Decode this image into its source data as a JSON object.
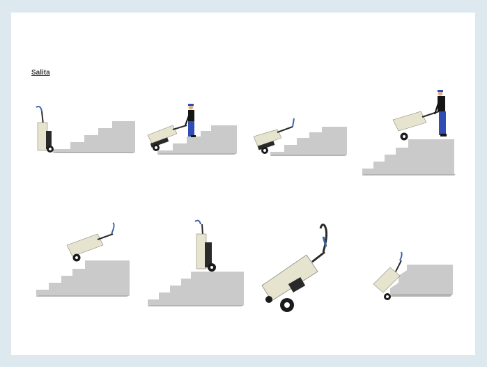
{
  "heading": "Salita",
  "figures": [
    {
      "name": "step-1-trolley-at-stairs"
    },
    {
      "name": "step-2-operator-tilting-trolley"
    },
    {
      "name": "step-3-trolley-tilted"
    },
    {
      "name": "step-4-operator-on-top-step"
    },
    {
      "name": "step-5-trolley-on-stairs"
    },
    {
      "name": "step-6-trolley-upright-on-top"
    },
    {
      "name": "step-7-trolley-close-up"
    },
    {
      "name": "step-8-trolley-climbing-stairs"
    }
  ],
  "colors": {
    "stair": "#c9c9c9",
    "stair_dark": "#a9a9a9",
    "box": "#e6e3cf",
    "frame": "#2a2a2a",
    "handle_accent": "#3f63a8",
    "operator_shirt": "#151515",
    "operator_pants": "#2f4db3"
  }
}
